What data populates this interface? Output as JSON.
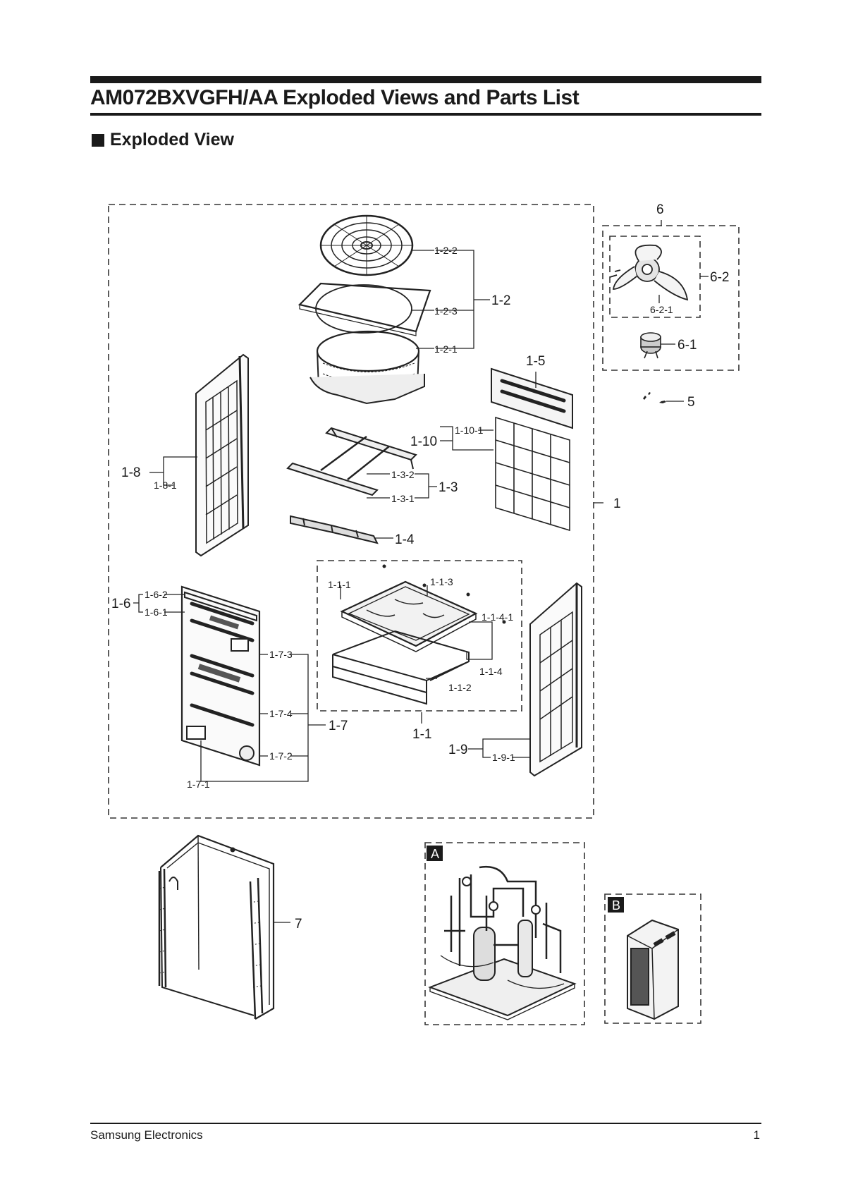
{
  "document": {
    "title": "AM072BXVGFH/AA Exploded Views and Parts List",
    "section_heading": "Exploded View",
    "footer_company": "Samsung Electronics",
    "page_number": "1"
  },
  "labels": {
    "l_1_2_2": "1-2-2",
    "l_1_2_3": "1-2-3",
    "l_1_2_1": "1-2-1",
    "l_1_2": "1-2",
    "l_1_5": "1-5",
    "l_1_10": "1-10",
    "l_1_10_1": "1-10-1",
    "l_1_8": "1-8",
    "l_1_8_1": "1-8-1",
    "l_1_3_2": "1-3-2",
    "l_1_3_1": "1-3-1",
    "l_1_3": "1-3",
    "l_1_4": "1-4",
    "l_1": "1",
    "l_1_1_1": "1-1-1",
    "l_1_1_3": "1-1-3",
    "l_1_1_4_1": "1-1-4-1",
    "l_1_1_4": "1-1-4",
    "l_1_1_2": "1-1-2",
    "l_1_1": "1-1",
    "l_1_6": "1-6",
    "l_1_6_2": "1-6-2",
    "l_1_6_1": "1-6-1",
    "l_1_7_3": "1-7-3",
    "l_1_7_4": "1-7-4",
    "l_1_7": "1-7",
    "l_1_7_2": "1-7-2",
    "l_1_7_1": "1-7-1",
    "l_1_9": "1-9",
    "l_1_9_1": "1-9-1",
    "l_6": "6",
    "l_6_2": "6-2",
    "l_6_2_1": "6-2-1",
    "l_6_1": "6-1",
    "l_5": "5",
    "l_7": "7",
    "l_A": "A",
    "l_B": "B"
  }
}
